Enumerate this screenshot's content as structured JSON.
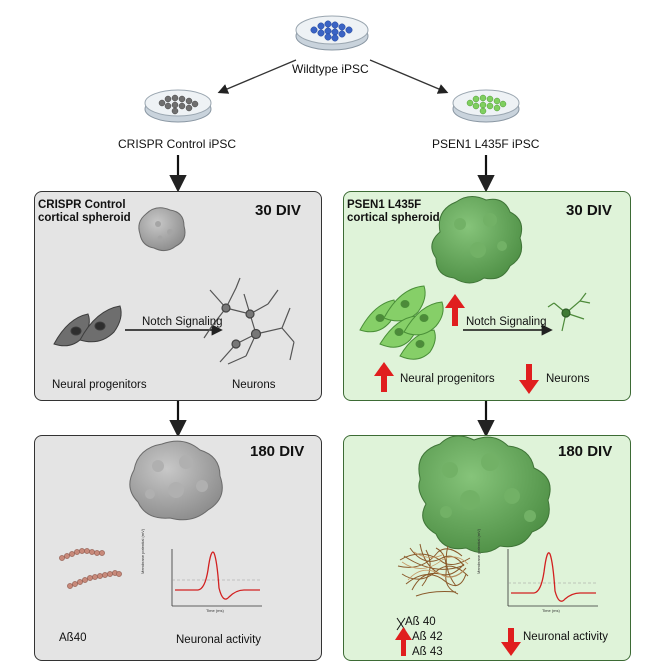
{
  "top": {
    "wildtype_label": "Wildtype iPSC"
  },
  "left": {
    "ipsc_label": "CRISPR Control iPSC",
    "panel30": {
      "title_line1": "CRISPR Control",
      "title_line2": "cortical spheroid",
      "div_label": "30 DIV",
      "notch_label": "Notch Signaling",
      "progenitors_label": "Neural progenitors",
      "neurons_label": "Neurons"
    },
    "panel180": {
      "div_label": "180 DIV",
      "abeta_label": "Aß40",
      "activity_label": "Neuronal activity"
    }
  },
  "right": {
    "ipsc_label": "PSEN1 L435F iPSC",
    "panel30": {
      "title_line1": "PSEN1 L435F",
      "title_line2": "cortical spheroid",
      "div_label": "30 DIV",
      "notch_label": "Notch Signaling",
      "progenitors_label": "Neural progenitors",
      "neurons_label": "Neurons"
    },
    "panel180": {
      "div_label": "180 DIV",
      "abeta_40": "Aß 40",
      "abeta_42": "Aß 42",
      "abeta_43": "Aß 43",
      "activity_label": "Neuronal activity"
    }
  },
  "trace": {
    "ylabel": "Membrane potential (mV)",
    "xlabel": "Time (ms)"
  },
  "colors": {
    "gray_panel": "#e4e4e4",
    "green_panel": "#dff3d9",
    "up_down_arrow": "#e01e1e",
    "trace_line": "#d22020",
    "dish_blue": "#3a63c4",
    "dish_gray": "#6f6f6f",
    "dish_green": "#7fcf5f"
  }
}
